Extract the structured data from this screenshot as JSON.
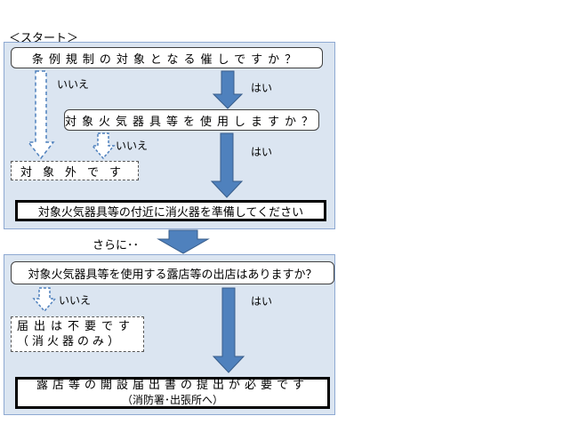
{
  "start_label": "＜スタート＞",
  "section1": {
    "q1": "条例規制の対象となる催しですか？",
    "q1_yes": "はい",
    "q1_no": "いいえ",
    "q2": "対象火気器具等を使用しますか？",
    "q2_yes": "はい",
    "q2_no": "いいえ",
    "exempt": "対象外です",
    "prepare": "対象火気器具等の付近に消火器を準備してください"
  },
  "transition": "さらに･･",
  "section2": {
    "q3": "対象火気器具等を使用する露店等の出店はありますか？",
    "q3_yes": "はい",
    "q3_no": "いいえ",
    "no_notice_line1": "届出は不要です",
    "no_notice_line2": "（消火器のみ）",
    "notice_line1": "露店等の開設届出書の提出が必要です",
    "notice_line2": "（消防署･出張所へ）"
  },
  "colors": {
    "panel_bg": "#dbe5f1",
    "panel_border": "#8ea9d2",
    "arrow_fill": "#4f81bd",
    "arrow_stroke": "#385d8a"
  }
}
